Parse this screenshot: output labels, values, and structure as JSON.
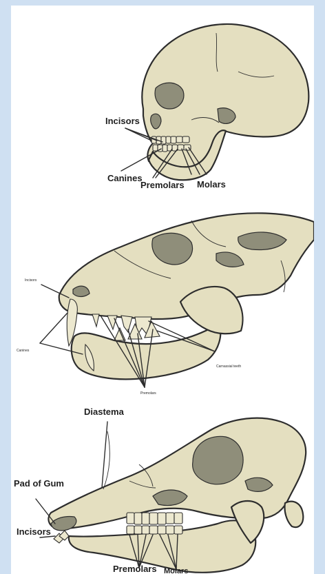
{
  "colors": {
    "frame": "#cfe0f2",
    "bone": "#e4dfc0",
    "shadow": "#8f8e7a",
    "outline": "#2d2d2d"
  },
  "human": {
    "incisors": "Incisors",
    "canines": "Canines",
    "premolars": "Premolars",
    "molars": "Molars"
  },
  "carnivore": {
    "incisors": "Incisors",
    "canines": "Canines",
    "carnassial": "Carnassial teeth",
    "premolars": "Premolars"
  },
  "herbivore": {
    "diastema": "Diastema",
    "pad": "Pad of Gum",
    "incisors": "Incisors",
    "premolars": "Premolars",
    "molars": "Molars"
  }
}
